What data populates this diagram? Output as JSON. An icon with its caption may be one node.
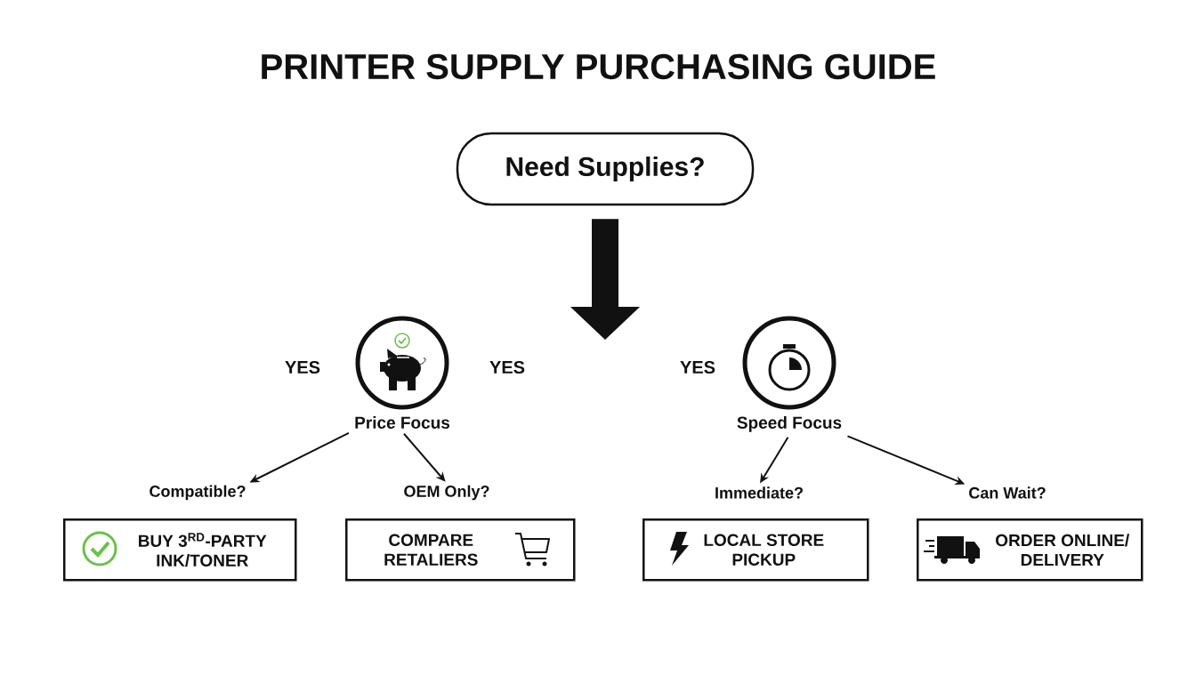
{
  "diagram": {
    "title": "PRINTER SUPPLY PURCHASING GUIDE",
    "nodes": [
      {
        "text": [
          "Need Supplies?"
        ]
      },
      {
        "text": [
          "Price Focus"
        ]
      },
      {
        "text": [
          "Speed Focus"
        ]
      },
      {
        "text": [
          "Compatible?"
        ]
      },
      {
        "text": [
          "OEM Only?"
        ]
      },
      {
        "text": [
          "Immediate?"
        ]
      },
      {
        "text": [
          "Can Wait?"
        ]
      },
      {
        "text": [
          "BUY 3$^{RD}$-PARTY INK/TONER"
        ]
      },
      {
        "text": [
          "COMPARE RETALIERS"
        ]
      },
      {
        "text": [
          "LOCAL STORE PICKUP"
        ]
      },
      {
        "text": [
          "ORDER ONLINE/ DELIVERY"
        ]
      }
    ],
    "edges": [
      {
        "from": 0,
        "to": null,
        "arrow": "to",
        "style": "thick"
      },
      {
        "from": 1,
        "to": 3,
        "arrow": "to"
      },
      {
        "from": 1,
        "to": 4,
        "arrow": "to"
      },
      {
        "from": 2,
        "to": 5,
        "arrow": "to"
      },
      {
        "from": 2,
        "to": 6,
        "arrow": "to"
      }
    ],
    "labels": [
      "YES",
      "YES",
      "YES"
    ]
  }
}
